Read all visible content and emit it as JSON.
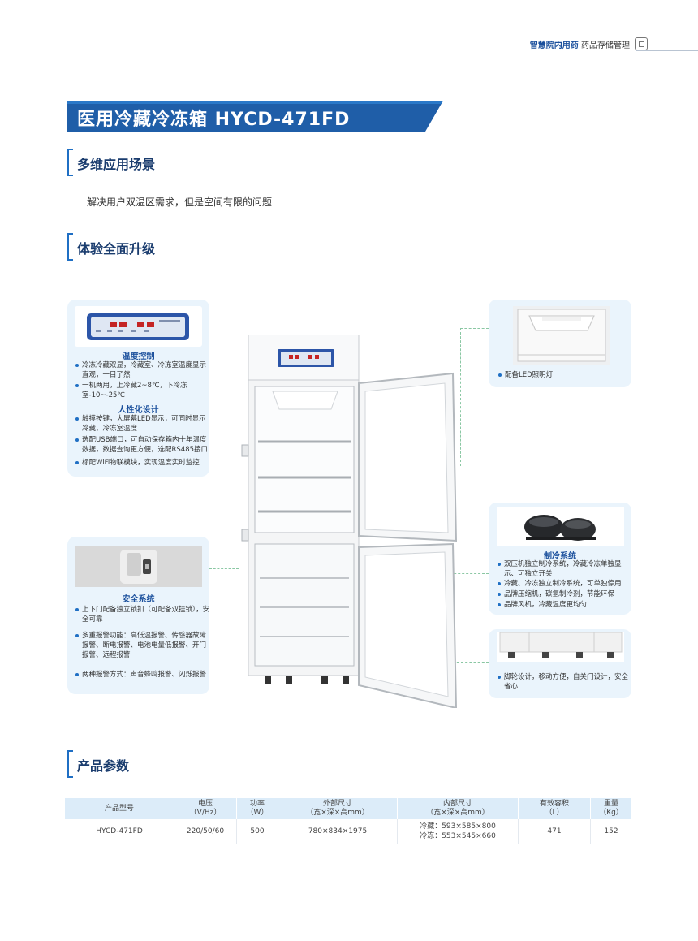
{
  "header": {
    "tag_brand": "智慧院内用药",
    "tag_text": "药品存储管理"
  },
  "title": "医用冷藏冷冻箱 HYCD-471FD",
  "section1": {
    "label": "多维应用场景",
    "text": "解决用户双温区需求，但是空间有限的问题"
  },
  "section2": {
    "label": "体验全面升级"
  },
  "section3": {
    "label": "产品参数"
  },
  "card_control": {
    "title1": "温度控制",
    "bullets1": [
      "冷冻冷藏双显，冷藏室、冷冻室温度显示直观，一目了然",
      "一机两用，上冷藏2~8℃，下冷冻室-10~-25℃"
    ],
    "title2": "人性化设计",
    "bullets2": [
      "触摸按键，大屏幕LED显示，可同时显示冷藏、冷冻室温度",
      "选配USB端口，可自动保存箱内十年温度数据，数据查询更方便，选配RS485接口",
      "标配WiFi物联模块，实现温度实时监控"
    ]
  },
  "card_safety": {
    "title": "安全系统",
    "bullets": [
      "上下门配备独立锁扣（可配备双挂锁），安全可靠",
      "多重报警功能：高低温报警、传感器故障报警、断电报警、电池电量低报警、开门报警、远程报警",
      "两种报警方式：声音蜂鸣报警、闪烁报警"
    ]
  },
  "card_led": {
    "bullets": [
      "配备LED照明灯"
    ]
  },
  "card_cooling": {
    "title": "制冷系统",
    "bullets": [
      "双压机独立制冷系统，冷藏冷冻单独显示、可独立开关",
      "冷藏、冷冻独立制冷系统，可单独停用",
      "品牌压缩机，碳氢制冷剂，节能环保",
      "品牌风机，冷藏温度更均匀"
    ]
  },
  "card_wheels": {
    "bullets": [
      "脚轮设计，移动方便，自关门设计，安全省心"
    ]
  },
  "table": {
    "headers": [
      [
        "产品型号"
      ],
      [
        "电压",
        "（V/Hz）"
      ],
      [
        "功率",
        "（W）"
      ],
      [
        "外部尺寸",
        "（宽×深×高mm）"
      ],
      [
        "内部尺寸",
        "（宽×深×高mm）"
      ],
      [
        "有效容积",
        "（L）"
      ],
      [
        "重量",
        "（Kg）"
      ]
    ],
    "row": {
      "model": "HYCD-471FD",
      "voltage": "220/50/60",
      "power": "500",
      "outer": "780×834×1975",
      "inner_cold": "冷藏：593×585×800",
      "inner_freeze": "冷冻：553×545×660",
      "volume": "471",
      "weight": "152"
    }
  },
  "colors": {
    "brand_blue": "#1a4f9c",
    "banner_blue": "#1f5ea8",
    "card_bg": "#eaf4fc",
    "table_header_bg": "#dcecf9"
  }
}
